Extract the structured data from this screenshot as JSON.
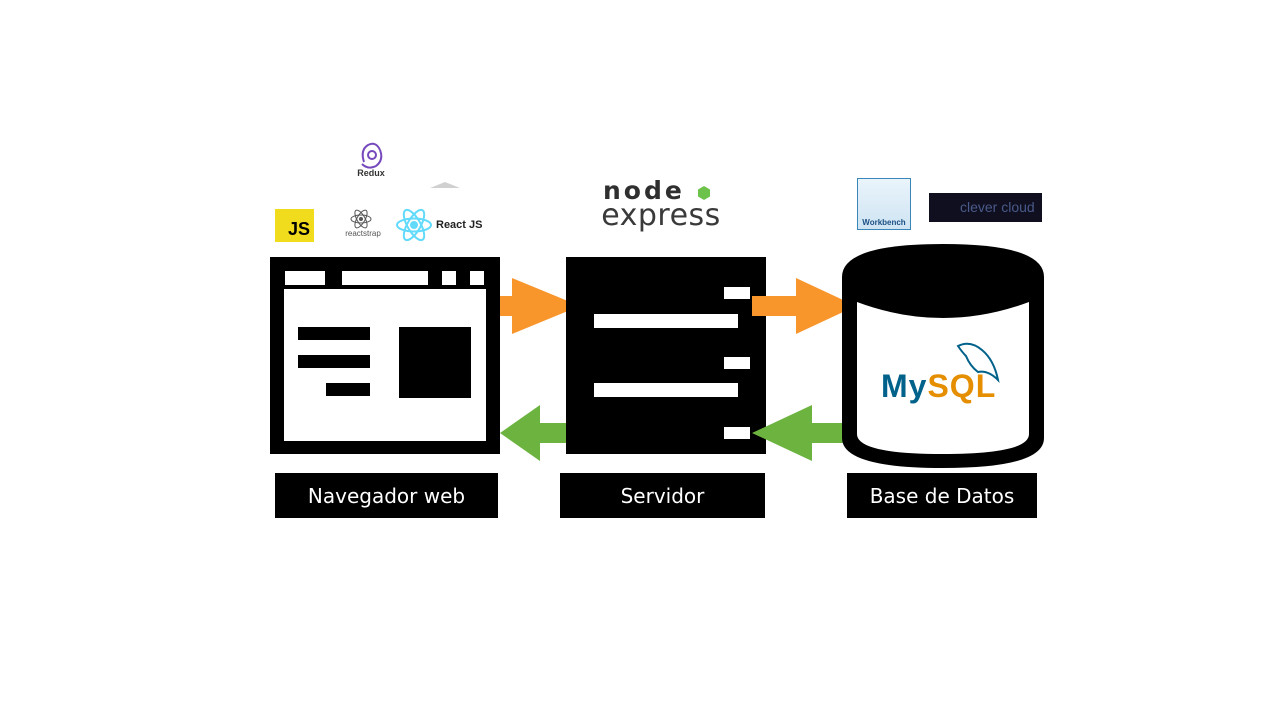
{
  "labels": {
    "browser": "Navegador web",
    "server": "Servidor",
    "database": "Base de Datos"
  },
  "logos": {
    "redux": "Redux",
    "js": "JS",
    "reactstrap": "reactstrap",
    "react_js": "React JS",
    "node": "node",
    "express": "express",
    "mysql_my": "My",
    "mysql_sql": "SQL",
    "workbench": "Workbench",
    "clever_cloud": "clever cloud"
  },
  "colors": {
    "request_arrow": "#f8962c",
    "response_arrow": "#6cb33f",
    "icon": "#000000",
    "label_bg": "#000000",
    "label_text": "#ffffff",
    "js_yellow": "#f0db1d",
    "react_blue": "#61dafb",
    "redux_purple": "#764abc",
    "node_green": "#6cc24a",
    "mysql_blue": "#00618a",
    "mysql_orange": "#e48e00",
    "clever_red": "#e4394a"
  },
  "icons": {
    "browser": "browser-window-icon",
    "server": "server-rack-icon",
    "database": "database-cylinder-icon",
    "arrow_request": "arrow-right-icon",
    "arrow_response": "arrow-left-icon"
  }
}
